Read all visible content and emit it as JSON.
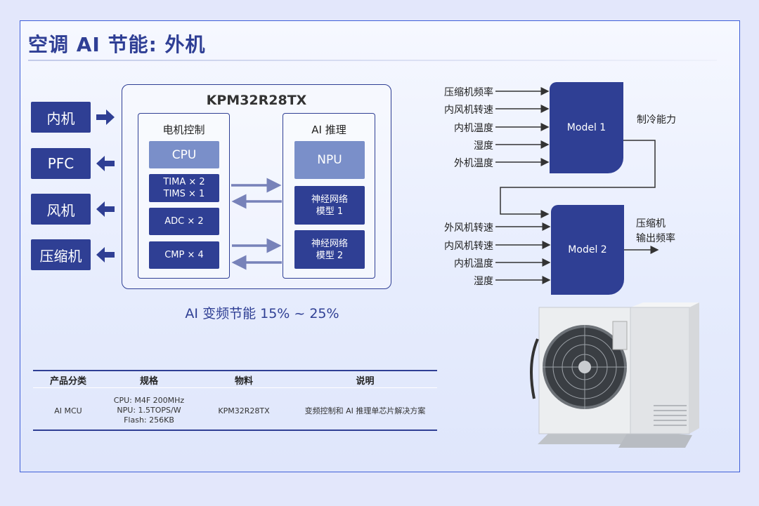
{
  "title": "空调 AI 节能: 外机",
  "left_blocks": [
    "内机",
    "PFC",
    "风机",
    "压缩机"
  ],
  "chip": {
    "name": "KPM32R28TX",
    "motor": {
      "title": "电机控制",
      "cpu": "CPU",
      "items": [
        "TIMA × 2\nTIMS × 1",
        "ADC × 2",
        "CMP × 4"
      ]
    },
    "ai": {
      "title": "AI 推理",
      "npu": "NPU",
      "items": [
        "神经网络\n模型 1",
        "神经网络\n模型 2"
      ]
    }
  },
  "savings": "AI  变频节能 15% ~ 25%",
  "table": {
    "headers": [
      "产品分类",
      "规格",
      "物料",
      "说明"
    ],
    "row": [
      "AI MCU",
      "CPU: M4F 200MHz\nNPU: 1.5TOPS/W\nFlash: 256KB",
      "KPM32R28TX",
      "变频控制和 AI 推理单芯片解决方案"
    ]
  },
  "model1": {
    "label": "Model 1",
    "inputs": [
      "压缩机频率",
      "内风机转速",
      "内机温度",
      "湿度",
      "外机温度"
    ],
    "output": "制冷能力"
  },
  "model2": {
    "label": "Model 2",
    "inputs": [
      "外风机转速",
      "内风机转速",
      "内机温度",
      "湿度"
    ],
    "output": "压缩机\n输出频率"
  },
  "colors": {
    "dark": "#2f3f94",
    "light": "#7a8fc9",
    "border": "#3f5fd8"
  }
}
